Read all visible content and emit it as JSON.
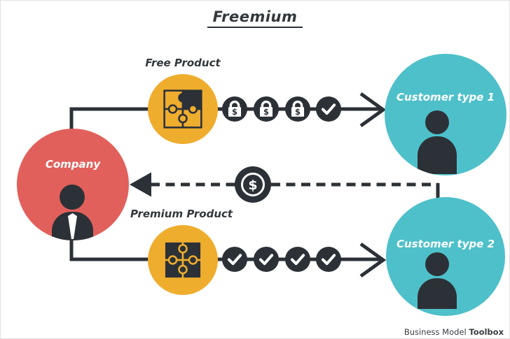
{
  "title": "Freemium",
  "colors": {
    "red": "#E2605C",
    "yellow": "#EFAD2E",
    "teal": "#4EC0CA",
    "dark": "#2C3137",
    "label": "#33383C"
  },
  "nodes": {
    "company": "Company",
    "free_product": "Free Product",
    "premium_product": "Premium Product",
    "customer1": "Customer type 1",
    "customer2": "Customer type 2"
  },
  "icons": {
    "dollar": "$",
    "free_flow_badges": [
      "padlock-dollar",
      "padlock-dollar",
      "padlock-dollar",
      "checkmark"
    ],
    "premium_flow_badges": [
      "checkmark",
      "checkmark",
      "checkmark",
      "checkmark"
    ],
    "revenue_badge": "dollar-coin",
    "free_puzzle": "puzzle-one-dark-piece",
    "premium_puzzle": "puzzle-all-dark-pieces"
  },
  "footer": {
    "brand_regular": "Business Model",
    "brand_bold": "Toolbox"
  }
}
